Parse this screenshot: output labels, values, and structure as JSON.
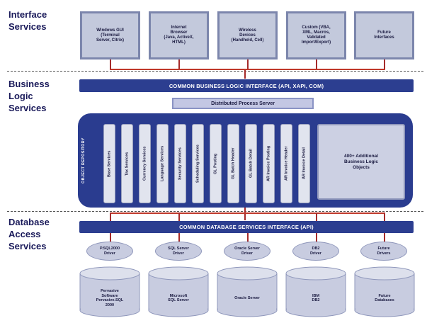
{
  "layers": {
    "interface": "Interface\nServices",
    "business": "Business\nLogic\nServices",
    "database": "Database\nAccess\nServices"
  },
  "interfaces": [
    "Windows GUI\n(Terminal\nServer, Citrix)",
    "Internet\nBrowser\n(Java, ActiveX,\nHTML)",
    "Wireless\nDevices\n(Handheld, Cell)",
    "Custom (VBA,\nXML, Macros,\nValidated\nImport/Export)",
    "Future\nInterfaces"
  ],
  "business_bar": "COMMON BUSINESS LOGIC INTERFACE (API, XAPI, COM)",
  "distributed": "Distributed Process Server",
  "object_repository": "OBJECT REPOSITORY",
  "services": [
    "Base Services",
    "Tax Services",
    "Currency Services",
    "Language Services",
    "Security Services",
    "Scheduling Services",
    "GL Posting",
    "GL Batch Header",
    "GL Batch Detail",
    "AR Invoice Posting",
    "AR Invoice Header",
    "AR Invoice Detail"
  ],
  "additional": "400+ Additional\nBusiness Logic\nObjects",
  "db_bar": "COMMON DATABASE SERVICES INTERFACE (API)",
  "drivers": [
    "P.SQL2000\nDriver",
    "SQL Server\nDriver",
    "Oracle Server\nDriver",
    "DB2\nDriver",
    "Future\nDrivers"
  ],
  "databases": [
    "Pervasive\nSoftware\nPervasive.SQL\n2000",
    "Microsoft\nSQL Server",
    "Oracle Server",
    "IBM\nDB2",
    "Future\nDatabases"
  ],
  "colors": {
    "bar": "#2c3e90",
    "connector": "#a52a2a",
    "box_fill": "#c3c9dc"
  }
}
